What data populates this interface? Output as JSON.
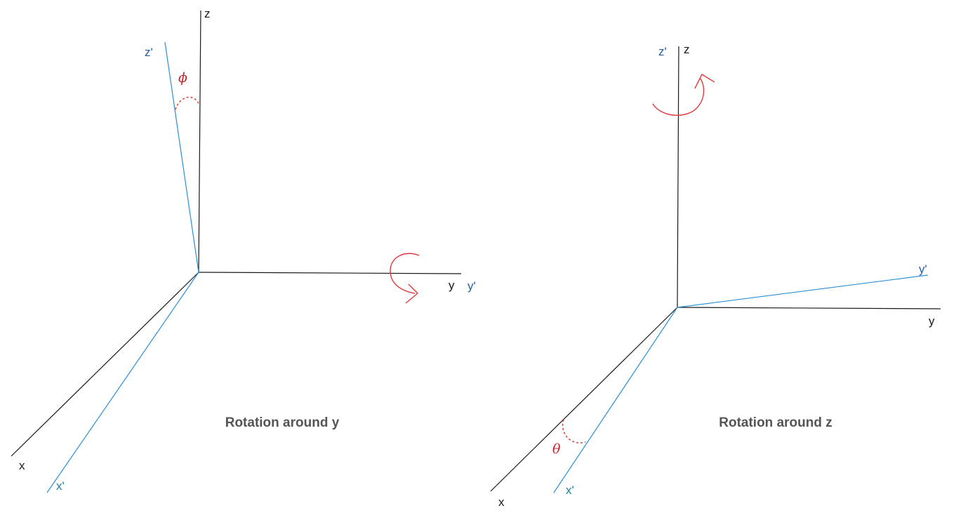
{
  "colors": {
    "original_axis": "#1a1a1a",
    "rotated_axis": "#2b8fd6",
    "rotated_label": "#1f5fa8",
    "rotated_label_x": "#1a7fa8",
    "rotation_marker": "#e03a3a",
    "greek_label": "#c0282d",
    "caption": "#555555"
  },
  "icons": {
    "rotation_arrow": "curved-rotation-arrow-icon",
    "angle_arc": "dotted-angle-arc-icon"
  },
  "diagrams": [
    {
      "id": "rotation-y",
      "axes": {
        "z": "z",
        "y": "y",
        "x": "x",
        "z_prime": "z'",
        "y_prime": "y'",
        "x_prime": "x'"
      },
      "angle_symbol": "ϕ",
      "caption": "Rotation around y"
    },
    {
      "id": "rotation-z",
      "axes": {
        "z": "z",
        "y": "y",
        "x": "x",
        "z_prime": "z'",
        "y_prime": "y'",
        "x_prime": "x'"
      },
      "angle_symbol": "θ",
      "caption": "Rotation around z"
    }
  ]
}
